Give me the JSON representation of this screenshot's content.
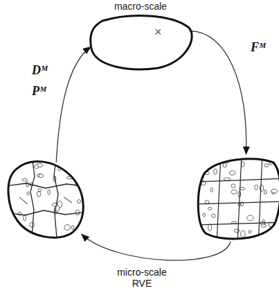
{
  "diagram": {
    "nodes": [
      {
        "text": [
          "macro-scale",
          "×"
        ]
      },
      {
        "text": []
      },
      {
        "text": []
      }
    ],
    "edges": [
      {
        "from": 0,
        "to": 2,
        "arrow": "to",
        "label": "Fᴹ"
      },
      {
        "from": 2,
        "to": 1,
        "arrow": "to",
        "label": "micro-scale RVE"
      },
      {
        "from": 1,
        "to": 0,
        "arrow": "to",
        "label": "Dᴹ Pᴹ"
      }
    ]
  }
}
